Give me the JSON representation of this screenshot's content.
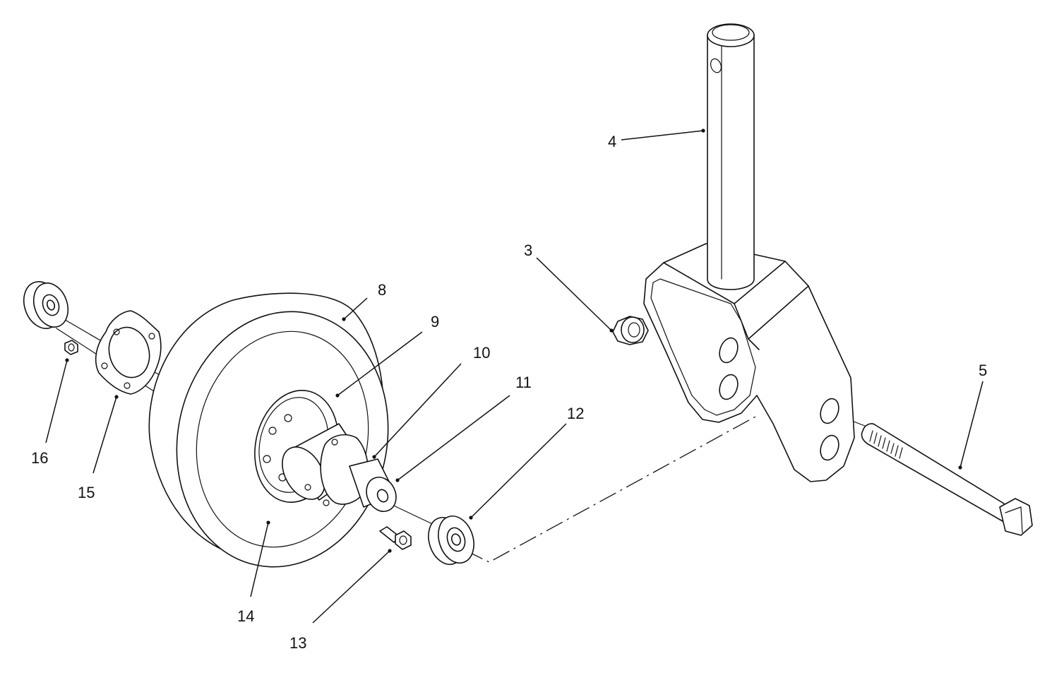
{
  "callouts": [
    {
      "id": "3",
      "label": "3"
    },
    {
      "id": "4",
      "label": "4"
    },
    {
      "id": "5",
      "label": "5"
    },
    {
      "id": "8",
      "label": "8"
    },
    {
      "id": "9",
      "label": "9"
    },
    {
      "id": "10",
      "label": "10"
    },
    {
      "id": "11",
      "label": "11"
    },
    {
      "id": "12",
      "label": "12"
    },
    {
      "id": "13",
      "label": "13"
    },
    {
      "id": "14",
      "label": "14"
    },
    {
      "id": "15",
      "label": "15"
    },
    {
      "id": "16",
      "label": "16"
    }
  ]
}
